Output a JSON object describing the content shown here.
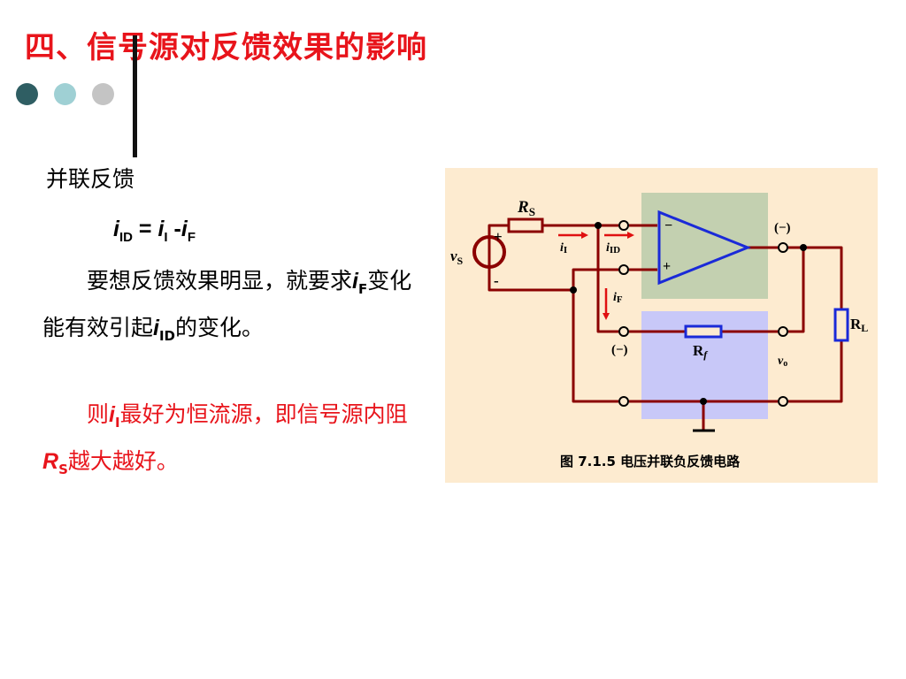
{
  "slide": {
    "title": "四、信号源对反馈效果的影响",
    "subheading": "并联反馈",
    "equation": {
      "lhs_var": "i",
      "lhs_sub": "ID",
      "equals": " = ",
      "t1_var": "i",
      "t1_sub": "I",
      "minus": " -",
      "t2_var": "i",
      "t2_sub": "F"
    },
    "para1": {
      "text1": "要想反馈效果明显，就要求",
      "var1": "i",
      "sub1": "F",
      "text2": "变化能有效引起",
      "var2": "i",
      "sub2": "ID",
      "text3": "的变化。"
    },
    "para2": {
      "text1": "则",
      "var1": "i",
      "sub1": "I",
      "text2": "最好为恒流源，即信号源内阻",
      "var2": "R",
      "sub2": "S",
      "text3": "越大越好。"
    }
  },
  "figure": {
    "caption": "图 7.1.5   电压并联负反馈电路",
    "labels": {
      "rs": "R",
      "rs_sub": "S",
      "vs": "v",
      "vs_sub": "S",
      "plus": "+",
      "minus": "-",
      "ii": "i",
      "ii_sub": "I",
      "iid": "i",
      "iid_sub": "ID",
      "if": "i",
      "if_sub": "F",
      "opamp_minus": "−",
      "opamp_plus": "+",
      "out_minus": "(−)",
      "fb_minus": "(−)",
      "rf": "R",
      "rf_sub": "f",
      "rl": "R",
      "rl_sub": "L",
      "vo": "v",
      "vo_sub": "o"
    },
    "colors": {
      "wire": "#8b0000",
      "opamp_box": "#c3d0b0",
      "rf_box": "#c8c8f8",
      "resistor": "#1a2ad8",
      "arrow": "#e01010",
      "background": "#fdebd0"
    }
  }
}
